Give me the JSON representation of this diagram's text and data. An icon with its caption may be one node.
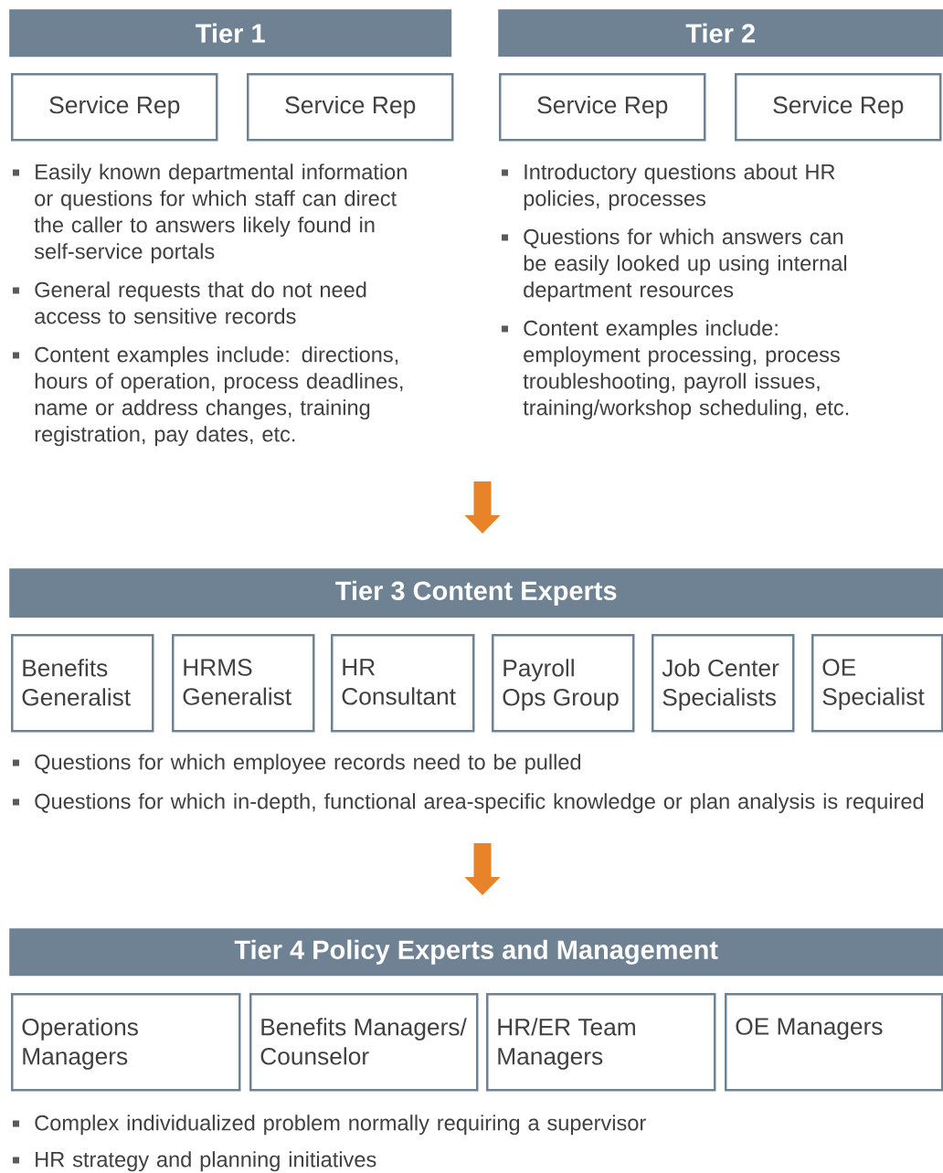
{
  "diagram": {
    "nodes": [
      {
        "text": [
          "Tier 1"
        ]
      },
      {
        "text": [
          "Tier 2"
        ]
      },
      {
        "text": [
          "Service Rep"
        ]
      },
      {
        "text": [
          "Service Rep"
        ]
      },
      {
        "text": [
          "Service Rep"
        ]
      },
      {
        "text": [
          "Service Rep"
        ]
      },
      {
        "text": [
          "Tier 3 Content Experts"
        ]
      },
      {
        "text": [
          "Benefits Generalist"
        ]
      },
      {
        "text": [
          "HRMS Generalist"
        ]
      },
      {
        "text": [
          "HR Consultant"
        ]
      },
      {
        "text": [
          "Payroll Ops Group"
        ]
      },
      {
        "text": [
          "Job Center Specialists"
        ]
      },
      {
        "text": [
          "OE Specialist"
        ]
      },
      {
        "text": [
          "Tier 4 Policy Experts and Management"
        ]
      },
      {
        "text": [
          "Operations Managers"
        ]
      },
      {
        "text": [
          "Benefits Managers/ Counselor"
        ]
      },
      {
        "text": [
          "HR/ER Team Managers"
        ]
      },
      {
        "text": [
          "OE Managers"
        ]
      }
    ],
    "labels": [
      "Easily known departmental information or questions for which staff can direct the caller to answers likely found in self-service portals",
      "General requests that do not need access to sensitive records",
      "Content examples include: directions, hours of operation, process deadlines, name or address changes, training registration, pay dates, etc.",
      "Introductory questions about HR policies, processes",
      "Questions for which answers can be easily looked up using internal department resources",
      "Content examples include: employment processing, process troubleshooting, payroll issues, training/workshop scheduling, etc.",
      "Questions for which employee records need to be pulled",
      "Questions for which in-depth, functional area-specific knowledge or plan analysis is required",
      "Complex individualized problem normally requiring a supervisor",
      "HR strategy and planning initiatives"
    ]
  }
}
